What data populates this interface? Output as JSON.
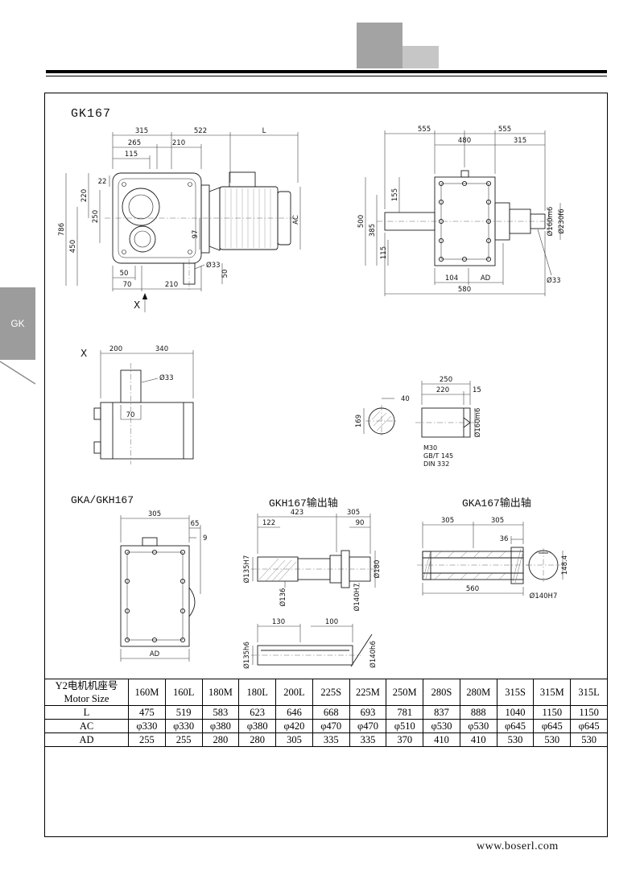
{
  "page": {
    "footer_url": "www.boserl.com",
    "side_tab_label": "GK"
  },
  "titles": {
    "main": "GK167",
    "gka": "GKA/GKH167",
    "gkh_shaft": "GKH167输出轴",
    "gka_shaft": "GKA167输出轴"
  },
  "d1": {
    "dims": [
      "315",
      "522",
      "L",
      "265",
      "210",
      "115",
      "22",
      "786",
      "450",
      "220",
      "250",
      "97",
      "50",
      "70",
      "210",
      "Ø33",
      "50",
      "AC",
      "X"
    ]
  },
  "d2": {
    "dims": [
      "555",
      "555",
      "480",
      "315",
      "500",
      "385",
      "115",
      "155",
      "Ø160m6",
      "Ø230f6",
      "104",
      "AD",
      "580",
      "Ø33"
    ]
  },
  "d3": {
    "dims": [
      "X",
      "200",
      "340",
      "Ø33",
      "70"
    ]
  },
  "d4": {
    "dims": [
      "40",
      "169",
      "250",
      "220",
      "15",
      "M30",
      "GB/T 145",
      "DIN 332",
      "Ø160m6"
    ]
  },
  "d5": {
    "dims": [
      "305",
      "65",
      "9",
      "AD"
    ]
  },
  "d6": {
    "dims": [
      "423",
      "305",
      "122",
      "90",
      "Ø135H7",
      "Ø136",
      "Ø140H7",
      "Ø180",
      "130",
      "100",
      "Ø135h6",
      "Ø140h6"
    ]
  },
  "d7": {
    "dims": [
      "305",
      "305",
      "36",
      "560",
      "148.4",
      "Ø140H7"
    ]
  },
  "table": {
    "header_cn": "Y2电机机座号",
    "header_en": "Motor Size",
    "columns": [
      "160M",
      "160L",
      "180M",
      "180L",
      "200L",
      "225S",
      "225M",
      "250M",
      "280S",
      "280M",
      "315S",
      "315M",
      "315L"
    ],
    "rows": [
      {
        "label": "L",
        "values": [
          "475",
          "519",
          "583",
          "623",
          "646",
          "668",
          "693",
          "781",
          "837",
          "888",
          "1040",
          "1150",
          "1150"
        ]
      },
      {
        "label": "AC",
        "values": [
          "φ330",
          "φ330",
          "φ380",
          "φ380",
          "φ420",
          "φ470",
          "φ470",
          "φ510",
          "φ530",
          "φ530",
          "φ645",
          "φ645",
          "φ645"
        ]
      },
      {
        "label": "AD",
        "values": [
          "255",
          "255",
          "280",
          "280",
          "305",
          "335",
          "335",
          "370",
          "410",
          "410",
          "530",
          "530",
          "530"
        ]
      }
    ]
  }
}
